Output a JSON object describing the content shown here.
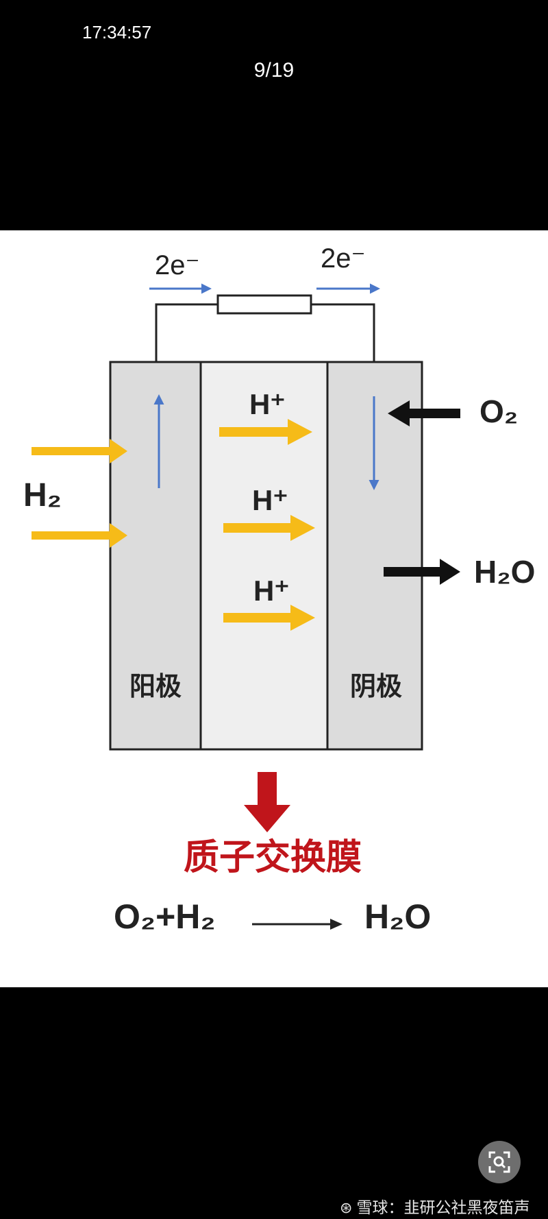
{
  "status_bar": {
    "time": "17:34:57"
  },
  "viewer": {
    "page_counter": "9/19"
  },
  "diagram": {
    "electron_flow_left": "2e⁻",
    "electron_flow_right": "2e⁻",
    "anode_label": "阳极",
    "cathode_label": "阴极",
    "membrane_label": "质子交换膜",
    "hydrogen_input": "H₂",
    "oxygen_input": "O₂",
    "water_output": "H₂O",
    "proton_labels": [
      "H⁺",
      "H⁺",
      "H⁺"
    ],
    "equation_reactants": "O₂+H₂",
    "equation_product": "H₂O",
    "colors": {
      "electron_arrow": "#4a77c9",
      "proton_arrow": "#f6bb18",
      "membrane_arrow": "#c0151b",
      "electrode_fill": "#dcdcdc",
      "membrane_fill": "#efefef"
    }
  },
  "watermark": {
    "logo_icon": "xueqiu-logo-icon",
    "text": "雪球：韭研公社黑夜笛声"
  },
  "overlay": {
    "lens_icon": "image-search-icon"
  }
}
